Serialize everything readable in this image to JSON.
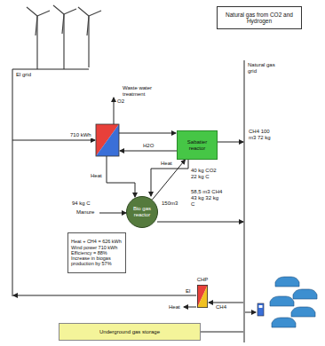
{
  "diagram": {
    "nodes": [
      {
        "text": [
          "Natural gas from CO2 and Hydrogen"
        ]
      },
      {
        "text": [
          "Sabatier reactor"
        ]
      },
      {
        "text": [
          "Bio gas reactor"
        ]
      },
      {
        "text": [
          "Heat + CH4 = 626 kWh",
          "Wind power 710 kWh",
          "Efficiency = 88%",
          "Increase in biogas production by 57%"
        ]
      },
      {
        "text": [
          "CHP"
        ]
      },
      {
        "text": [
          "Underground gas storage"
        ]
      }
    ],
    "edges": [
      {
        "from": 2,
        "to": 1,
        "arrow": "to"
      }
    ],
    "labels": [
      "El grid",
      "Natural gas grid",
      "Waste water treatment",
      "O2",
      "710 kWh",
      "H2O",
      "Heat",
      "Heat",
      "CH4 100 m3 72 kg",
      "94 kg C",
      "Manure",
      "150m3",
      "40 kg CO2 22 kg C",
      "58,5 m3 CH4 43 kg 32 kg C",
      "El",
      "Heat",
      "CH4"
    ]
  }
}
